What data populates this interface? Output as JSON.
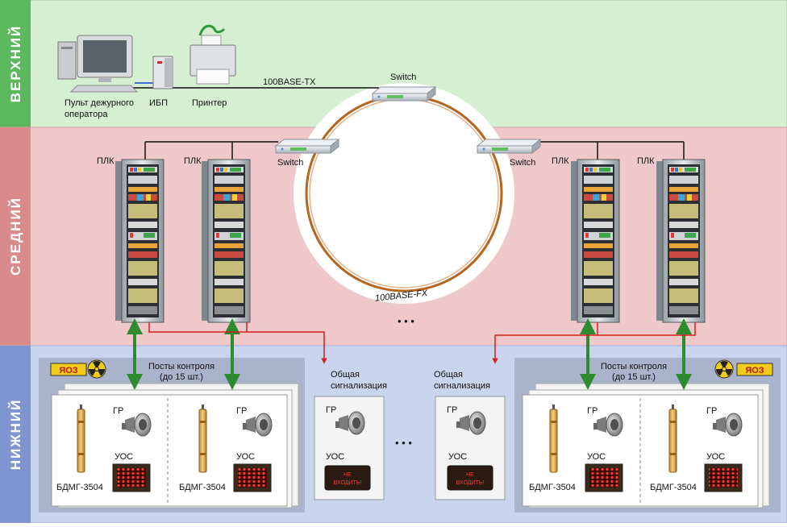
{
  "levels": {
    "top": {
      "label": "ВЕРХНИЙ",
      "color": "#d6efd2",
      "side": "#5cb85c"
    },
    "middle": {
      "label": "СРЕДНИЙ",
      "color": "#efc9c9",
      "side": "#d98b8b"
    },
    "bottom": {
      "label": "НИЖНИЙ",
      "color": "#c9d4ef",
      "side": "#7f95cf"
    }
  },
  "top_devices": {
    "console": "Пульт дежурного оператора",
    "console_line1": "Пульт дежурного",
    "console_line2": "оператора",
    "ups": "ИБП",
    "printer": "Принтер"
  },
  "network": {
    "lan": "100BASE-TX",
    "ring": "100BASE-FX",
    "switch_label": "Switch",
    "ellipsis": "• • •"
  },
  "plc": {
    "label": "ПЛК"
  },
  "posts": {
    "title_line1": "Посты контроля",
    "title_line2": "(до 15 шт.)",
    "badge": "ЯОЗ",
    "gr": "ГР",
    "uos": "УОС",
    "detector": "БДМГ-3504"
  },
  "alarm": {
    "line1": "Общая",
    "line2": "сигнализация",
    "gr": "ГР",
    "uos": "УОС",
    "sign_line1": "НЕ",
    "sign_line2": "ВХОДИТЬ!"
  },
  "colors": {
    "ring": "#b5651d",
    "arrow_green": "#2e8b2e",
    "arrow_red": "#d32020"
  }
}
